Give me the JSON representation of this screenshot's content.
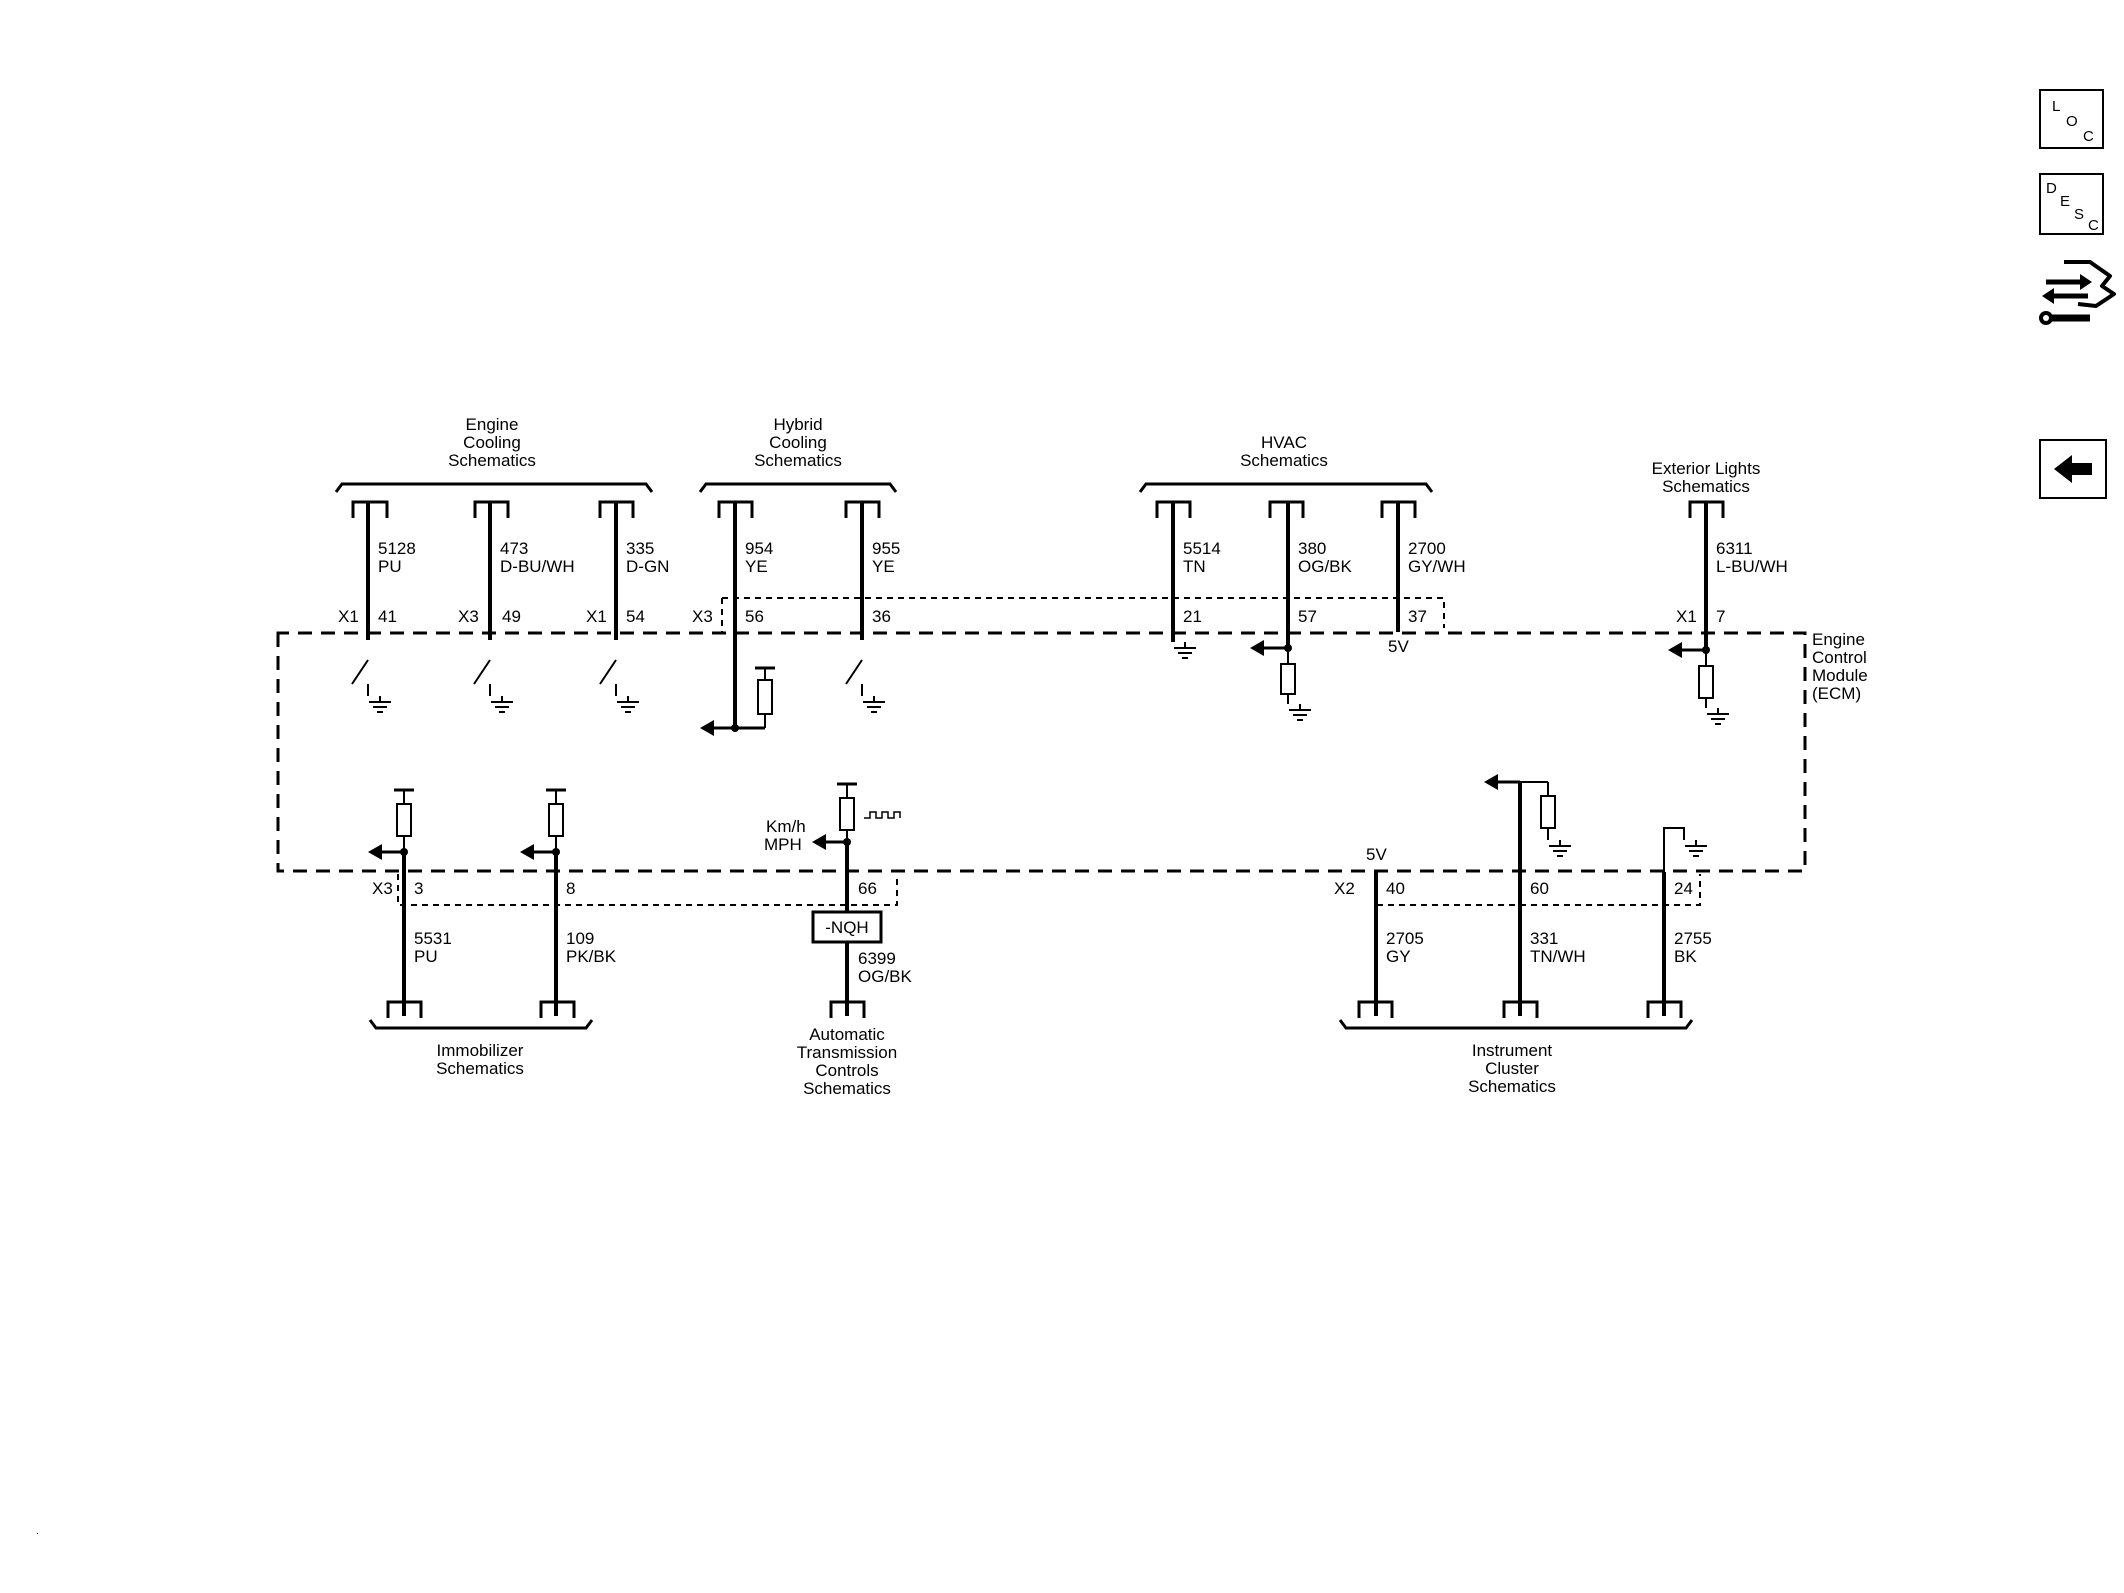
{
  "sidebar": {
    "loc": [
      "L",
      "O",
      "C"
    ],
    "desc": [
      "D",
      "E",
      "S",
      "C"
    ]
  },
  "module": {
    "label_lines": [
      "Engine",
      "Control",
      "Module",
      "(ECM)"
    ]
  },
  "groups": {
    "engine_cooling": [
      "Engine",
      "Cooling",
      "Schematics"
    ],
    "hybrid_cooling": [
      "Hybrid",
      "Cooling",
      "Schematics"
    ],
    "hvac": [
      "HVAC",
      "Schematics"
    ],
    "exterior_lights": [
      "Exterior Lights",
      "Schematics"
    ],
    "immobilizer": [
      "Immobilizer",
      "Schematics"
    ],
    "auto_trans": [
      "Automatic",
      "Transmission",
      "Controls",
      "Schematics"
    ],
    "instrument_cluster": [
      "Instrument",
      "Cluster",
      "Schematics"
    ]
  },
  "top_circuits": [
    {
      "circuit": "5128",
      "color": "PU",
      "connector": "X1",
      "pin": "41"
    },
    {
      "circuit": "473",
      "color": "D-BU/WH",
      "connector": "X3",
      "pin": "49"
    },
    {
      "circuit": "335",
      "color": "D-GN",
      "connector": "X1",
      "pin": "54"
    },
    {
      "circuit": "954",
      "color": "YE",
      "connector": "X3",
      "pin": "56"
    },
    {
      "circuit": "955",
      "color": "YE",
      "connector": "",
      "pin": "36"
    },
    {
      "circuit": "5514",
      "color": "TN",
      "connector": "",
      "pin": "21"
    },
    {
      "circuit": "380",
      "color": "OG/BK",
      "connector": "",
      "pin": "57"
    },
    {
      "circuit": "2700",
      "color": "GY/WH",
      "connector": "",
      "pin": "37"
    },
    {
      "circuit": "6311",
      "color": "L-BU/WH",
      "connector": "X1",
      "pin": "7"
    }
  ],
  "bottom_circuits": [
    {
      "circuit": "5531",
      "color": "PU",
      "connector": "X3",
      "pin": "3"
    },
    {
      "circuit": "109",
      "color": "PK/BK",
      "connector": "",
      "pin": "8"
    },
    {
      "circuit": "6399",
      "color": "OG/BK",
      "connector": "",
      "pin": "66"
    },
    {
      "circuit": "2705",
      "color": "GY",
      "connector": "X2",
      "pin": "40"
    },
    {
      "circuit": "331",
      "color": "TN/WH",
      "connector": "",
      "pin": "60"
    },
    {
      "circuit": "2755",
      "color": "BK",
      "connector": "",
      "pin": "24"
    }
  ],
  "annotations": {
    "hvac_5v": "5V",
    "cluster_5v": "5V",
    "speed_units": [
      "Km/h",
      "MPH"
    ],
    "connector_block": "-NQH"
  }
}
